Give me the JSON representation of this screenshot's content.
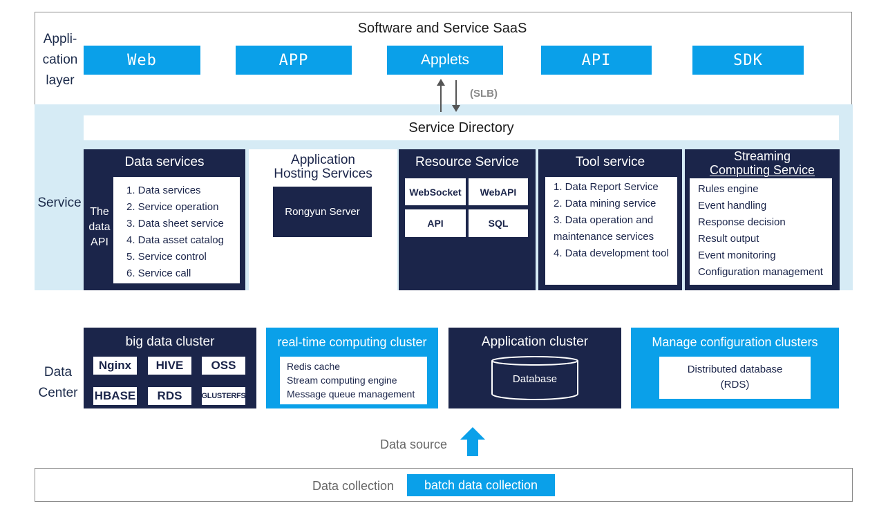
{
  "application_layer": {
    "label_lines": [
      "Appli-",
      "cation",
      "layer"
    ],
    "title": "Software and Service SaaS",
    "buttons": [
      "Web",
      "APP",
      "Applets",
      "API",
      "SDK"
    ],
    "slb_label": "(SLB)"
  },
  "service_layer": {
    "label": "Service",
    "directory_title": "Service Directory",
    "data_services": {
      "title": "Data services",
      "side_label_lines": [
        "The",
        "data",
        "API"
      ],
      "items": [
        "1. Data services",
        "2. Service operation",
        "3. Data sheet service",
        "4. Data asset catalog",
        "5. Service control",
        "6. Service call"
      ]
    },
    "app_hosting": {
      "title_lines": [
        "Application",
        "Hosting Services"
      ],
      "server": "Rongyun Server"
    },
    "resource_service": {
      "title": "Resource Service",
      "cells": [
        "WebSocket",
        "WebAPI",
        "API",
        "SQL"
      ]
    },
    "tool_service": {
      "title": "Tool service",
      "items": [
        "1. Data Report Service",
        "2. Data mining service",
        "3. Data operation and",
        "maintenance services",
        "4. Data development tool"
      ]
    },
    "streaming_service": {
      "title_lines": [
        "Streaming",
        "Computing Service"
      ],
      "items": [
        "Rules engine",
        "Event handling",
        "Response decision",
        "Result output",
        "Event monitoring",
        "Configuration management"
      ]
    }
  },
  "data_center": {
    "label_lines": [
      "Data",
      "Center"
    ],
    "big_data": {
      "title": "big data cluster",
      "chips": [
        "Nginx",
        "HIVE",
        "OSS",
        "HBASE",
        "RDS",
        "GLUSTERFS"
      ]
    },
    "realtime": {
      "title": "real-time computing cluster",
      "items": [
        "Redis cache",
        "Stream computing engine",
        "Message queue management"
      ]
    },
    "app_cluster": {
      "title": "Application cluster",
      "database": "Database"
    },
    "config_clusters": {
      "title": "Manage configuration clusters",
      "lines": [
        "Distributed database",
        "(RDS)"
      ]
    }
  },
  "data_source": {
    "label": "Data source"
  },
  "data_collection": {
    "label": "Data collection",
    "button": "batch data collection"
  },
  "colors": {
    "navy": "#1b254a",
    "blue": "#0aa0e9",
    "light_blue_band": "#d6ebf5",
    "border_gray": "#8a8a8a"
  }
}
